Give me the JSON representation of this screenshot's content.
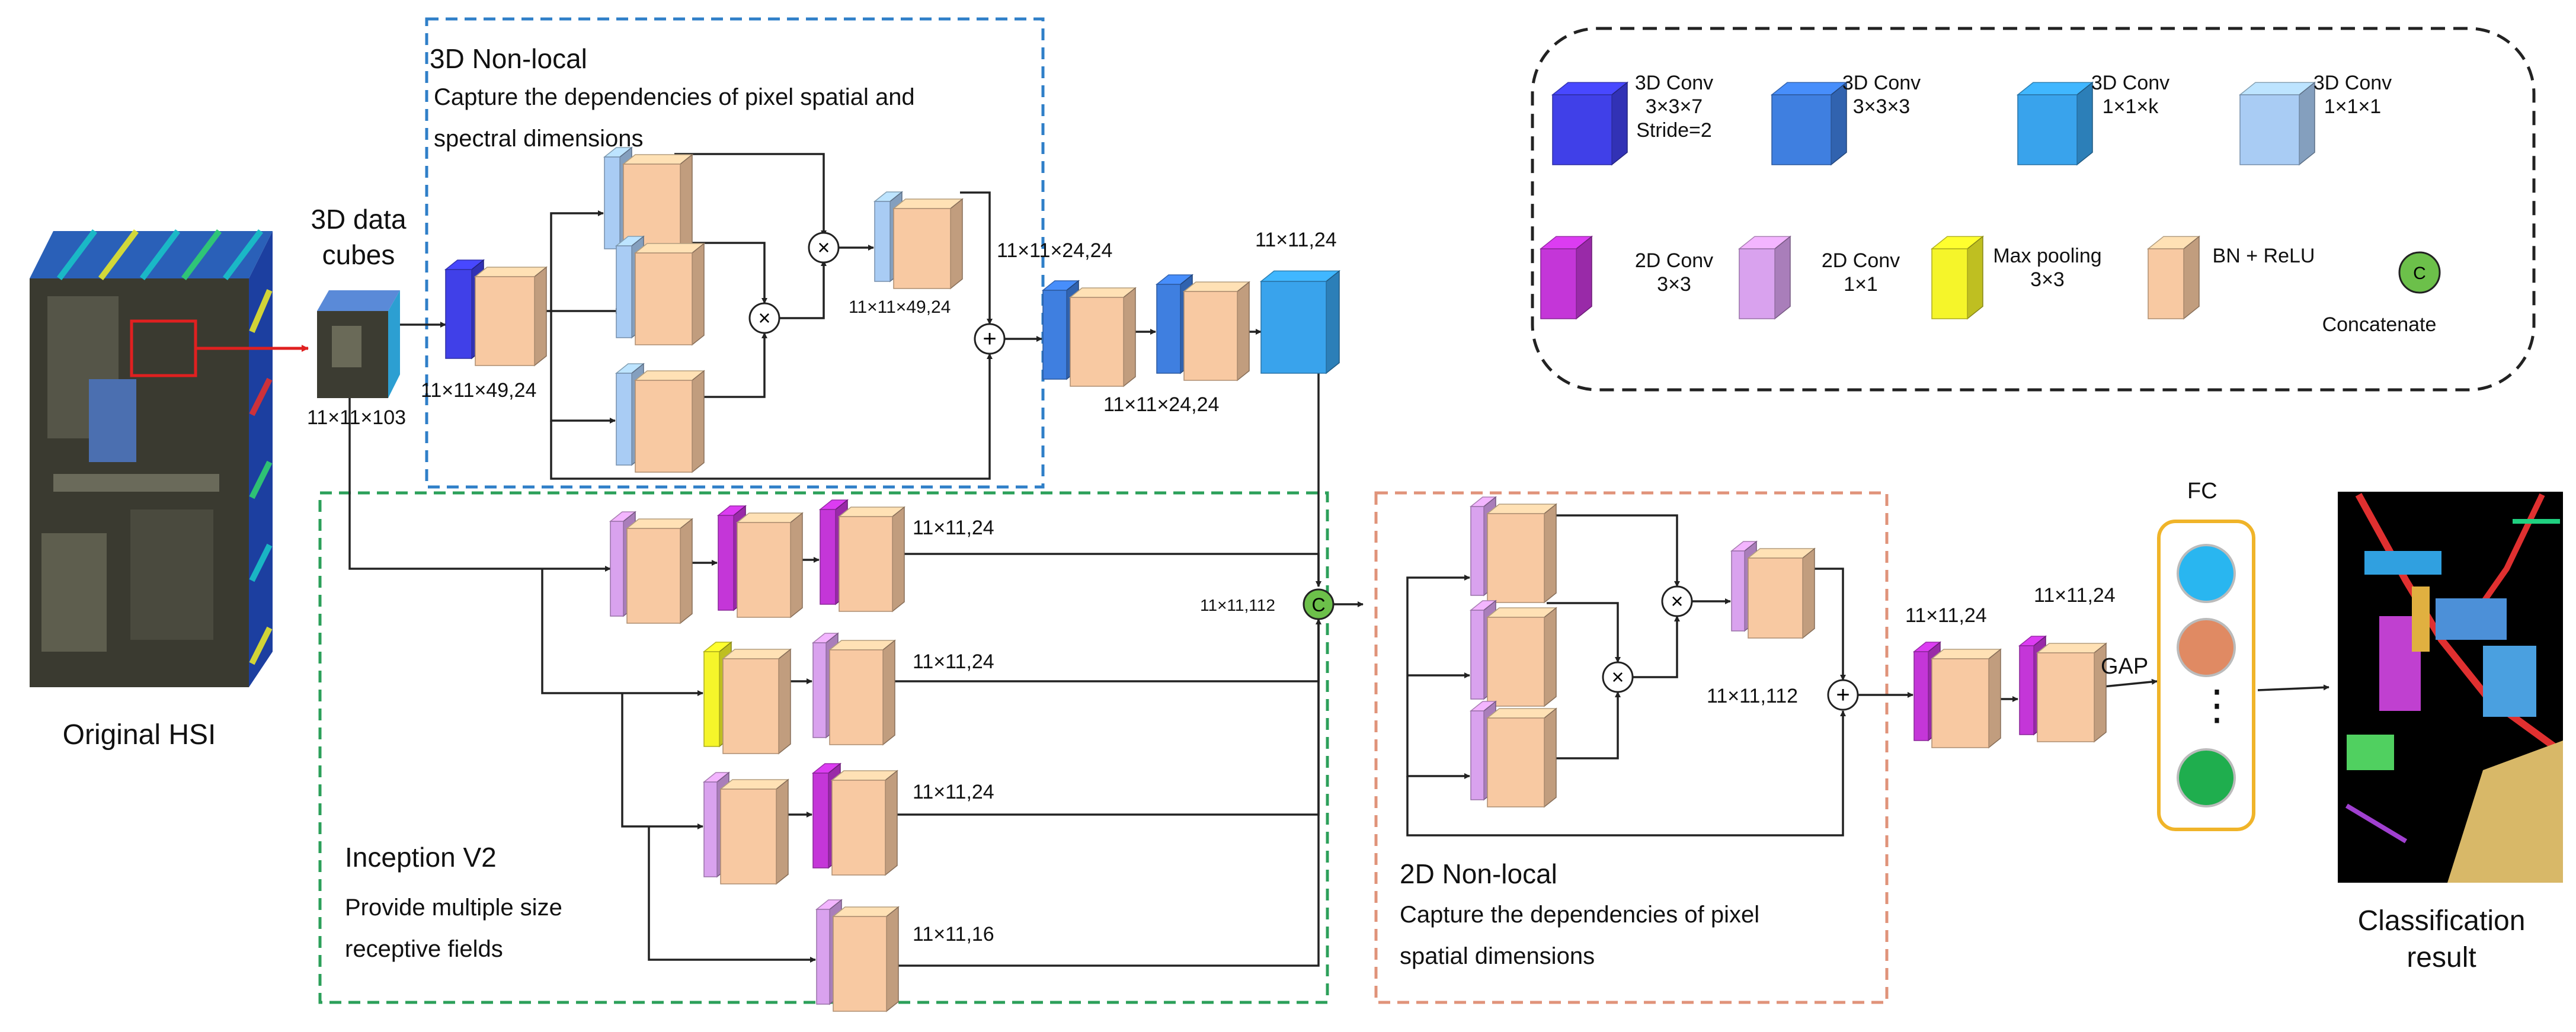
{
  "colors": {
    "conv3d_stride": "#4040e8",
    "conv3d_333": "#3f7fe0",
    "conv3d_11k": "#39a3ec",
    "conv3d_111": "#a9ccf4",
    "conv2d_33": "#c436d8",
    "conv2d_11": "#d9a2ee",
    "maxpool": "#f5f52a",
    "bn_relu": "#f8c9a2",
    "concat": "#6cc04a",
    "box_3d_nonlocal": "#2f7fc8",
    "box_inception": "#2ca05a",
    "box_2d_nonlocal": "#e0937a",
    "fc_border": "#f0b429",
    "fc_node_1": "#29b6f0",
    "fc_node_2": "#e08a63",
    "fc_node_3": "#1fae4e"
  },
  "sections": {
    "nonlocal3d": {
      "title": "3D Non-local",
      "desc_line1": "Capture the dependencies of pixel spatial and",
      "desc_line2": "spectral dimensions"
    },
    "inception": {
      "title": "Inception V2",
      "desc_line1": "Provide multiple size",
      "desc_line2": "receptive fields"
    },
    "nonlocal2d": {
      "title": "2D Non-local",
      "desc_line1": "Capture the dependencies of pixel",
      "desc_line2": "spatial dimensions"
    }
  },
  "labels": {
    "input_title": "3D data\ncubes",
    "original_hsi": "Original HSI",
    "classification": "Classification\nresult",
    "fc": "FC",
    "gap": "GAP",
    "fc_dots": "⋮",
    "concat_symbol": "C",
    "plus_symbol": "+",
    "times_symbol": "×",
    "dim_input": "11×11×103",
    "dim_first": "11×11×49,24",
    "dim_nl_mid": "11×11×49,24",
    "dim_nl_out": "11×11×24,24",
    "dim_conv_pair": "11×11×24,24",
    "dim_conv_final": "11×11,24",
    "dim_concat": "11×11,112",
    "dim_branch1": "11×11,24",
    "dim_branch2": "11×11,24",
    "dim_branch3": "11×11,24",
    "dim_branch4": "11×11,16",
    "dim_nl2d": "11×11,112",
    "dim_post1": "11×11,24",
    "dim_post2": "11×11,24"
  },
  "legend": [
    {
      "key": "conv3d_stride",
      "label": "3D Conv\n3×3×7\nStride=2"
    },
    {
      "key": "conv3d_333",
      "label": "3D Conv\n3×3×3"
    },
    {
      "key": "conv3d_11k",
      "label": "3D Conv\n1×1×k"
    },
    {
      "key": "conv3d_111",
      "label": "3D Conv\n1×1×1"
    },
    {
      "key": "conv2d_33",
      "label": "2D Conv\n3×3"
    },
    {
      "key": "conv2d_11",
      "label": "2D Conv\n1×1"
    },
    {
      "key": "maxpool",
      "label": "Max pooling\n3×3"
    },
    {
      "key": "bn_relu",
      "label": "BN + ReLU"
    },
    {
      "key": "concat",
      "label": "Concatenate"
    }
  ]
}
